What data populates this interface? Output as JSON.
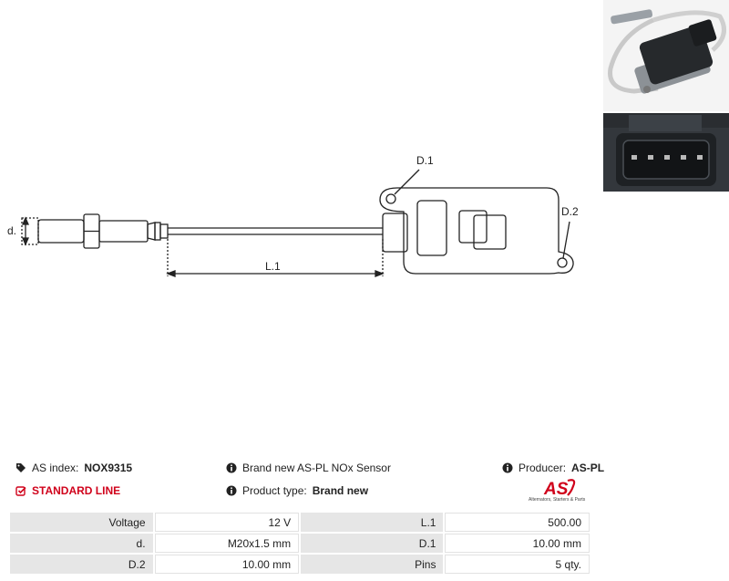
{
  "drawing": {
    "labels": {
      "d": "d.",
      "l1": "L.1",
      "d1": "D.1",
      "d2": "D.2"
    }
  },
  "photos": [
    {
      "name": "sensor-photo",
      "bg": "#2c2f33"
    },
    {
      "name": "connector-photo",
      "bg": "#2c2f33"
    }
  ],
  "info": {
    "index_label": "AS index:",
    "index_value": "NOX9315",
    "standard_line": "STANDARD LINE",
    "description": "Brand new AS-PL NOx Sensor",
    "product_type_label": "Product type:",
    "product_type_value": "Brand new",
    "producer_label": "Producer:",
    "producer_value": "AS-PL"
  },
  "logo": {
    "mark": "AS",
    "tagline": "Alternators, Starters & Parts",
    "color": "#d0021b"
  },
  "specs": [
    {
      "label": "Voltage",
      "value": "12 V",
      "label2": "L.1",
      "value2": "500.00"
    },
    {
      "label": "d.",
      "value": "M20x1.5 mm",
      "label2": "D.1",
      "value2": "10.00 mm"
    },
    {
      "label": "D.2",
      "value": "10.00 mm",
      "label2": "Pins",
      "value2": "5 qty."
    }
  ]
}
